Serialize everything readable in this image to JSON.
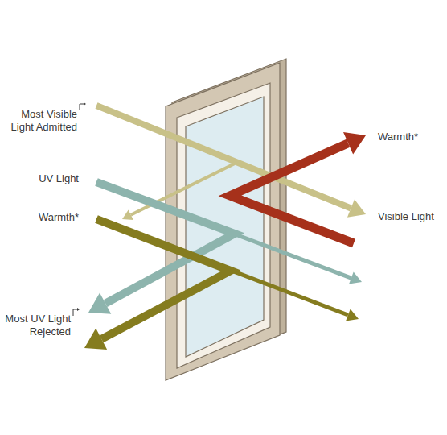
{
  "diagram": {
    "labels": [
      "Most Visible Light Admitted",
      "Warmth*",
      "UV Light",
      "Warmth*",
      "Visible Light",
      "Most UV Light Rejected"
    ]
  }
}
